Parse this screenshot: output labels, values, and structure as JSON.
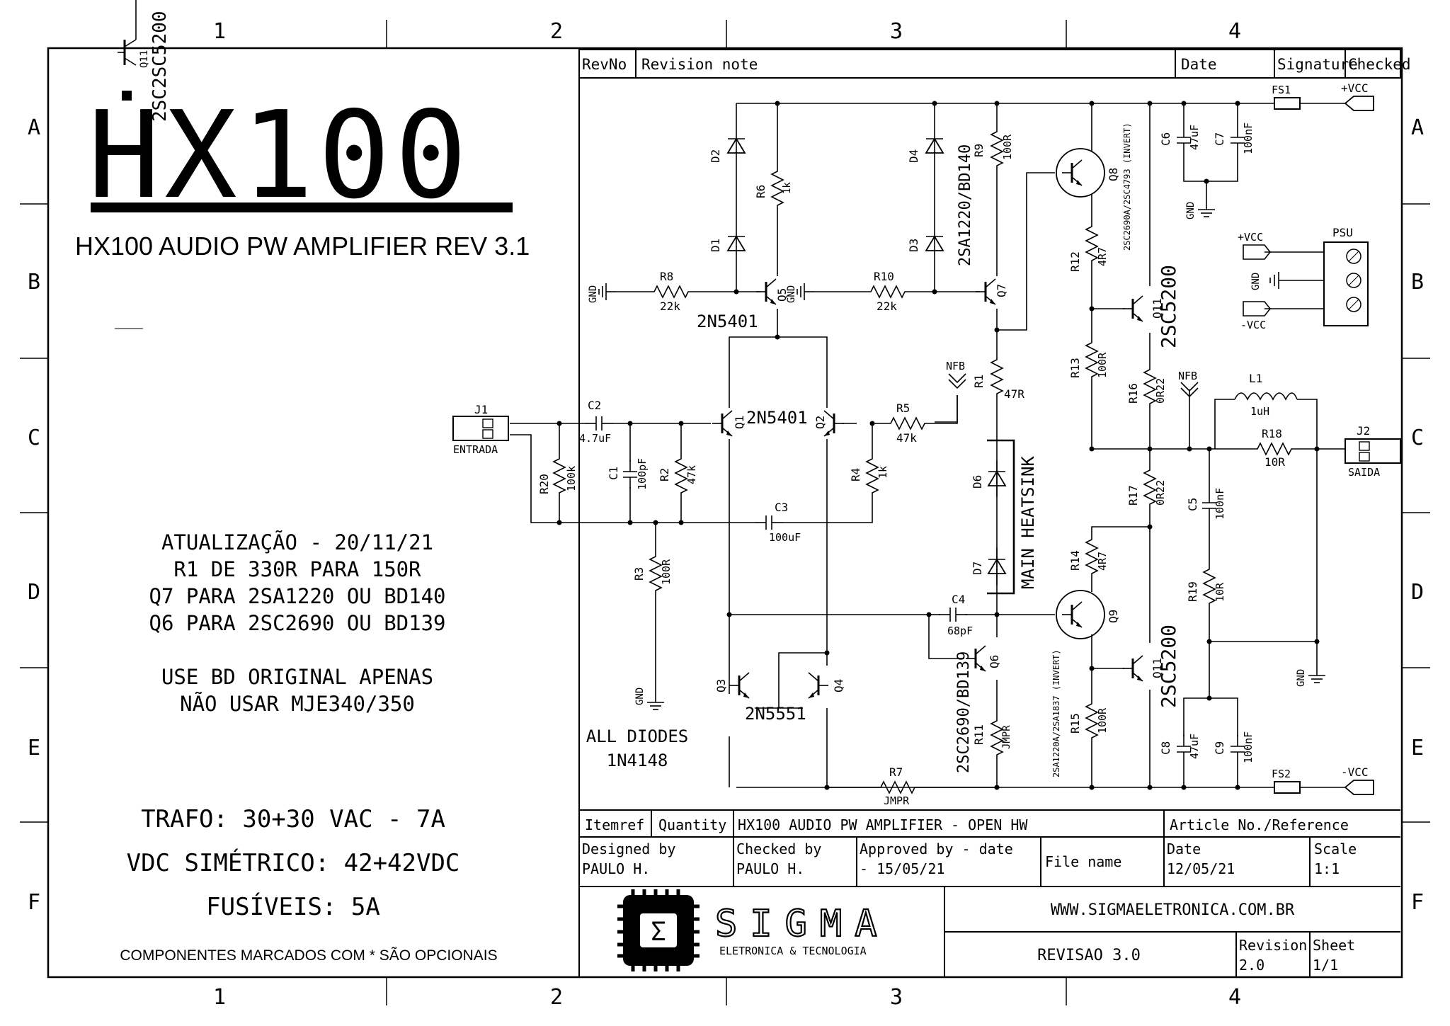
{
  "grid": {
    "columns": [
      "1",
      "2",
      "3",
      "4"
    ],
    "rows": [
      "A",
      "B",
      "C",
      "D",
      "E",
      "F"
    ]
  },
  "logo": {
    "text": "HX100"
  },
  "title": "HX100 AUDIO PW AMPLIFIER REV 3.1",
  "notes": {
    "update": [
      "ATUALIZAÇÃO - 20/11/21",
      "R1 DE 330R PARA 150R",
      "Q7 PARA 2SA1220 OU BD140",
      "Q6 PARA 2SC2690 OU BD139"
    ],
    "bd": [
      "USE BD ORIGINAL APENAS",
      "NÃO USAR MJE340/350"
    ],
    "supply": [
      "TRAFO: 30+30 VAC - 7A",
      "VDC SIMÉTRICO: 42+42VDC",
      "FUSÍVEIS: 5A"
    ],
    "optional": "COMPONENTES MARCADOS COM * SÃO OPCIONAIS"
  },
  "revision_table": {
    "revno": "RevNo",
    "note": "Revision note",
    "date": "Date",
    "signature": "Signature",
    "checked": "Checked"
  },
  "stray_label": {
    "ref": "Q11",
    "part": "2SC2SC5200"
  },
  "components": {
    "D1": "D1",
    "D2": "D2",
    "D3": "D3",
    "D4": "D4",
    "D6": "D6",
    "D7": "D7",
    "R1": "R1",
    "R1v": "47R",
    "R2": "R2",
    "R2v": "47k",
    "R3": "R3",
    "R3v": "100R",
    "R4": "R4",
    "R4v": "1k",
    "R5": "R5",
    "R5v": "47k",
    "R6": "R6",
    "R6v": "1k",
    "R7": "R7",
    "R7v": "JMPR",
    "R8": "R8",
    "R8v": "22k",
    "R9": "R9",
    "R9v": "100R",
    "R10": "R10",
    "R10v": "22k",
    "R11": "R11",
    "R11v": "JMPR",
    "R12": "R12",
    "R12v": "4R7",
    "R13": "R13",
    "R13v": "100R",
    "R14": "R14",
    "R14v": "4R7",
    "R15": "R15",
    "R15v": "100R",
    "R16": "R16",
    "R16v": "0R22",
    "R17": "R17",
    "R17v": "0R22",
    "R18": "R18",
    "R18v": "10R",
    "R19": "R19",
    "R19v": "10R",
    "R20": "R20",
    "R20v": "100k",
    "C1": "C1",
    "C1v": "100pF",
    "C2": "C2",
    "C2v": "4.7uF",
    "C3": "C3",
    "C3v": "100uF",
    "C4": "C4",
    "C4v": "68pF",
    "C5": "C5",
    "C5v": "100nF",
    "C6": "C6",
    "C6v": "47uF",
    "C7": "C7",
    "C7v": "100nF",
    "C8": "C8",
    "C8v": "47uF",
    "C9": "C9",
    "C9v": "100nF",
    "L1": "L1",
    "L1v": "1uH",
    "FS1": "FS1",
    "FS2": "FS2",
    "Q1": "Q1",
    "Q2": "Q2",
    "Q3": "Q3",
    "Q4": "Q4",
    "Q5": "Q5",
    "Q6": "Q6",
    "Q7": "Q7",
    "Q8": "Q8",
    "Q9": "Q9",
    "Q10": "Q11",
    "Q11": "Q11",
    "q12_part": "2N5401",
    "q5_part": "2N5401",
    "q34_part": "2N5551",
    "q7_part": "2SA1220/BD140",
    "q6_part": "2SC2690/BD139",
    "q8_part": "2SC2690A/2SC4793 (INVERT)",
    "q9_part": "2SA1220A/2SA1837 (INVERT)",
    "q10_part": "2SC5200",
    "q11_part": "2SC5200",
    "J1": "J1",
    "J1v": "ENTRADA",
    "J2": "J2",
    "J2v": "SAIDA",
    "PSU": "PSU",
    "vcc_pos": "+VCC",
    "vcc_neg": "-VCC",
    "gnd": "GND",
    "nfb": "NFB",
    "heatsink": "MAIN HEATSINK",
    "diodes1": "ALL DIODES",
    "diodes2": "1N4148"
  },
  "title_block": {
    "itemref": "Itemref",
    "quantity": "Quantity",
    "article_title": "HX100 AUDIO PW AMPLIFIER - OPEN HW",
    "article_no": "Article No./Reference",
    "designed_lbl": "Designed by",
    "designed_val": "PAULO H.",
    "checked_lbl": "Checked by",
    "checked_val": "PAULO H.",
    "approved_lbl": "Approved by - date",
    "approved_val": "- 15/05/21",
    "file_lbl": "File name",
    "date_lbl": "Date",
    "date_val": "12/05/21",
    "scale_lbl": "Scale",
    "scale_val": "1:1",
    "website": "WWW.SIGMAELETRONICA.COM.BR",
    "revisao": "REVISAO 3.0",
    "revision_lbl": "Revision",
    "revision_val": "2.0",
    "sheet_lbl": "Sheet",
    "sheet_val": "1/1",
    "company": "SIGMA",
    "company_sub": "ELETRONICA & TECNOLOGIA",
    "company_glyph": "Σ"
  }
}
